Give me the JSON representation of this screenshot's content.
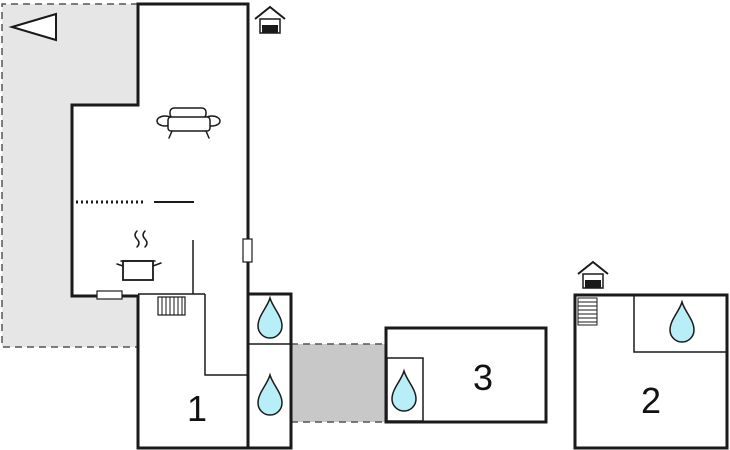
{
  "colors": {
    "background": "#ffffff",
    "wall": "#1a1a1a",
    "terrace": "#e6e6e6",
    "passage": "#c8c8c8",
    "water": "#b8eef7"
  },
  "rooms": [
    {
      "id": "room-1",
      "label": "1"
    },
    {
      "id": "room-2",
      "label": "2"
    },
    {
      "id": "room-3",
      "label": "3"
    }
  ],
  "icons": [
    "north-arrow-icon",
    "house-entrance-icon",
    "sofa-icon",
    "cooking-pot-icon",
    "radiator-icon",
    "water-drop-icon",
    "stairs-icon"
  ]
}
